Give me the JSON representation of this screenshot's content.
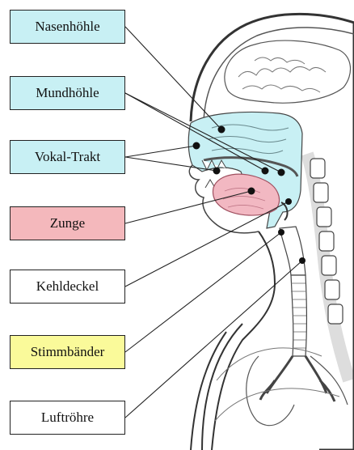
{
  "labels": {
    "nasenhoehle": "Nasenhöhle",
    "mundhoehle": "Mundhöhle",
    "vokal_trakt": "Vokal-Trakt",
    "zunge": "Zunge",
    "kehldeckel": "Kehldeckel",
    "stimmbaender": "Stimmbänder",
    "luftroehre": "Luftröhre"
  },
  "colors": {
    "cavity": "#c8f0f4",
    "tongue": "#f4b8bc",
    "vocal_cords": "#fafa9a",
    "outline": "#222222"
  }
}
